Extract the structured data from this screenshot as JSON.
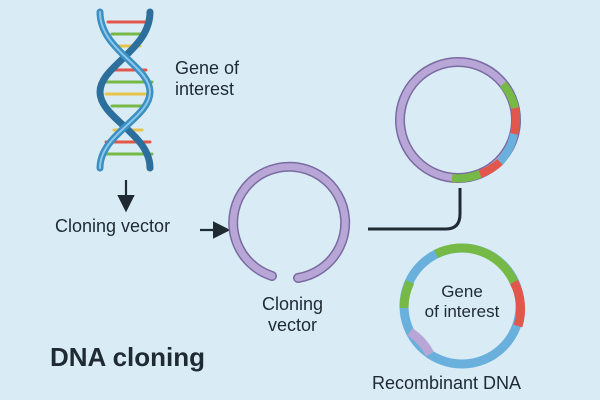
{
  "labels": {
    "gene_of_interest": "Gene of\ninterest",
    "cloning_vector_arrow": "Cloning vector",
    "cloning_vector_ring": "Cloning\nvector",
    "recombinant_inner": "Gene\nof interest",
    "recombinant_dna": "Recombinant DNA",
    "title": "DNA cloning"
  },
  "colors": {
    "background": "#d9ecf5",
    "helix_strand": "#3b8fc2",
    "vector_ring": "#b7a6d6",
    "recombinant_ring": "#6ab0dc",
    "gene_red": "#e2574c",
    "gene_green": "#76b947",
    "gene_yellow": "#e9c44a",
    "text": "#1f2a33"
  },
  "icons": {
    "dna": "dna-double-helix-icon",
    "arrow": "arrow-icon"
  }
}
